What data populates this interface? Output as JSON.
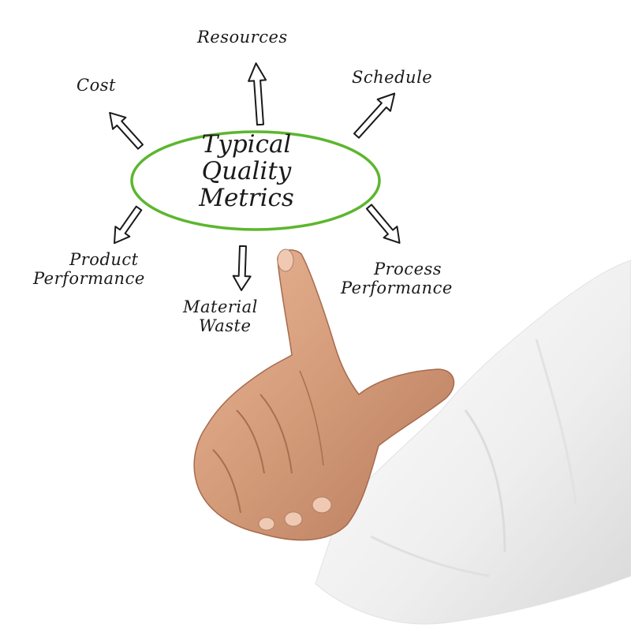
{
  "diagram": {
    "center": {
      "lines": [
        "Typical",
        "Quality",
        "Metrics"
      ]
    },
    "nodes": {
      "resources": "Resources",
      "schedule": "Schedule",
      "cost": "Cost",
      "product_performance": [
        "Product",
        "Performance"
      ],
      "material_waste": [
        "Material",
        "Waste"
      ],
      "process_performance": [
        "Process",
        "Performance"
      ]
    }
  },
  "colors": {
    "ellipse": "#5cb62e",
    "ink": "#1a1a1a",
    "skin": "#d9a07e",
    "sleeve": "#f2f2f2"
  }
}
